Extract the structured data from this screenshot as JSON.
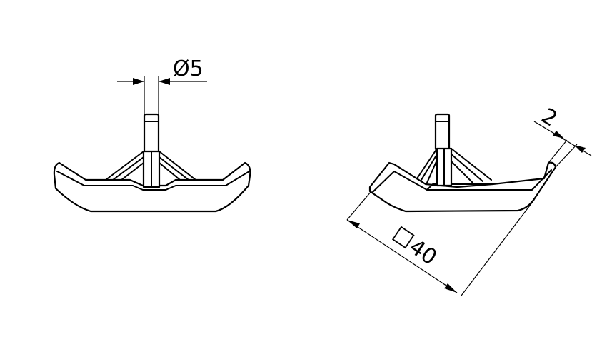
{
  "dimensions": {
    "pin_diameter": "Ø5",
    "thickness": "2",
    "square_size": "40"
  },
  "symbols": {
    "square_size_symbol": "square-icon"
  },
  "colors": {
    "line": "#000000",
    "background": "#ffffff"
  }
}
